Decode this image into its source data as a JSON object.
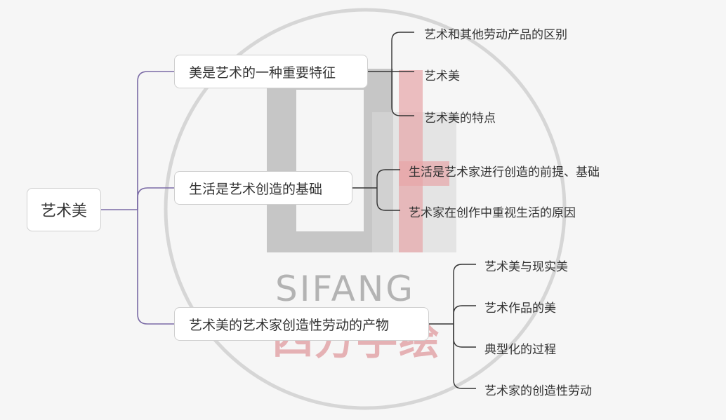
{
  "colors": {
    "background": "#f6f6f6",
    "root_connector": "#7a6aa5",
    "branch_connector": "#333333",
    "node_border": "#cfcfcf",
    "watermark_gray": "#b3b3b3",
    "watermark_red": "#d7787d"
  },
  "mindmap": {
    "root": "艺术美",
    "branches": [
      {
        "label": "美是艺术的一种重要特征",
        "children": [
          "艺术和其他劳动产品的区别",
          "艺术美",
          "艺术美的特点"
        ]
      },
      {
        "label": "生活是艺术创造的基础",
        "children": [
          "生活是艺术家进行创造的前提、基础",
          "艺术家在创作中重视生活的原因"
        ]
      },
      {
        "label": "艺术美的艺术家创造性劳动的产物",
        "children": [
          "艺术美与现实美",
          "艺术作品的美",
          "典型化的过程",
          "艺术家的创造性劳动"
        ]
      }
    ]
  },
  "watermark": {
    "latin": "SIFANG",
    "chinese": "四方手绘"
  }
}
